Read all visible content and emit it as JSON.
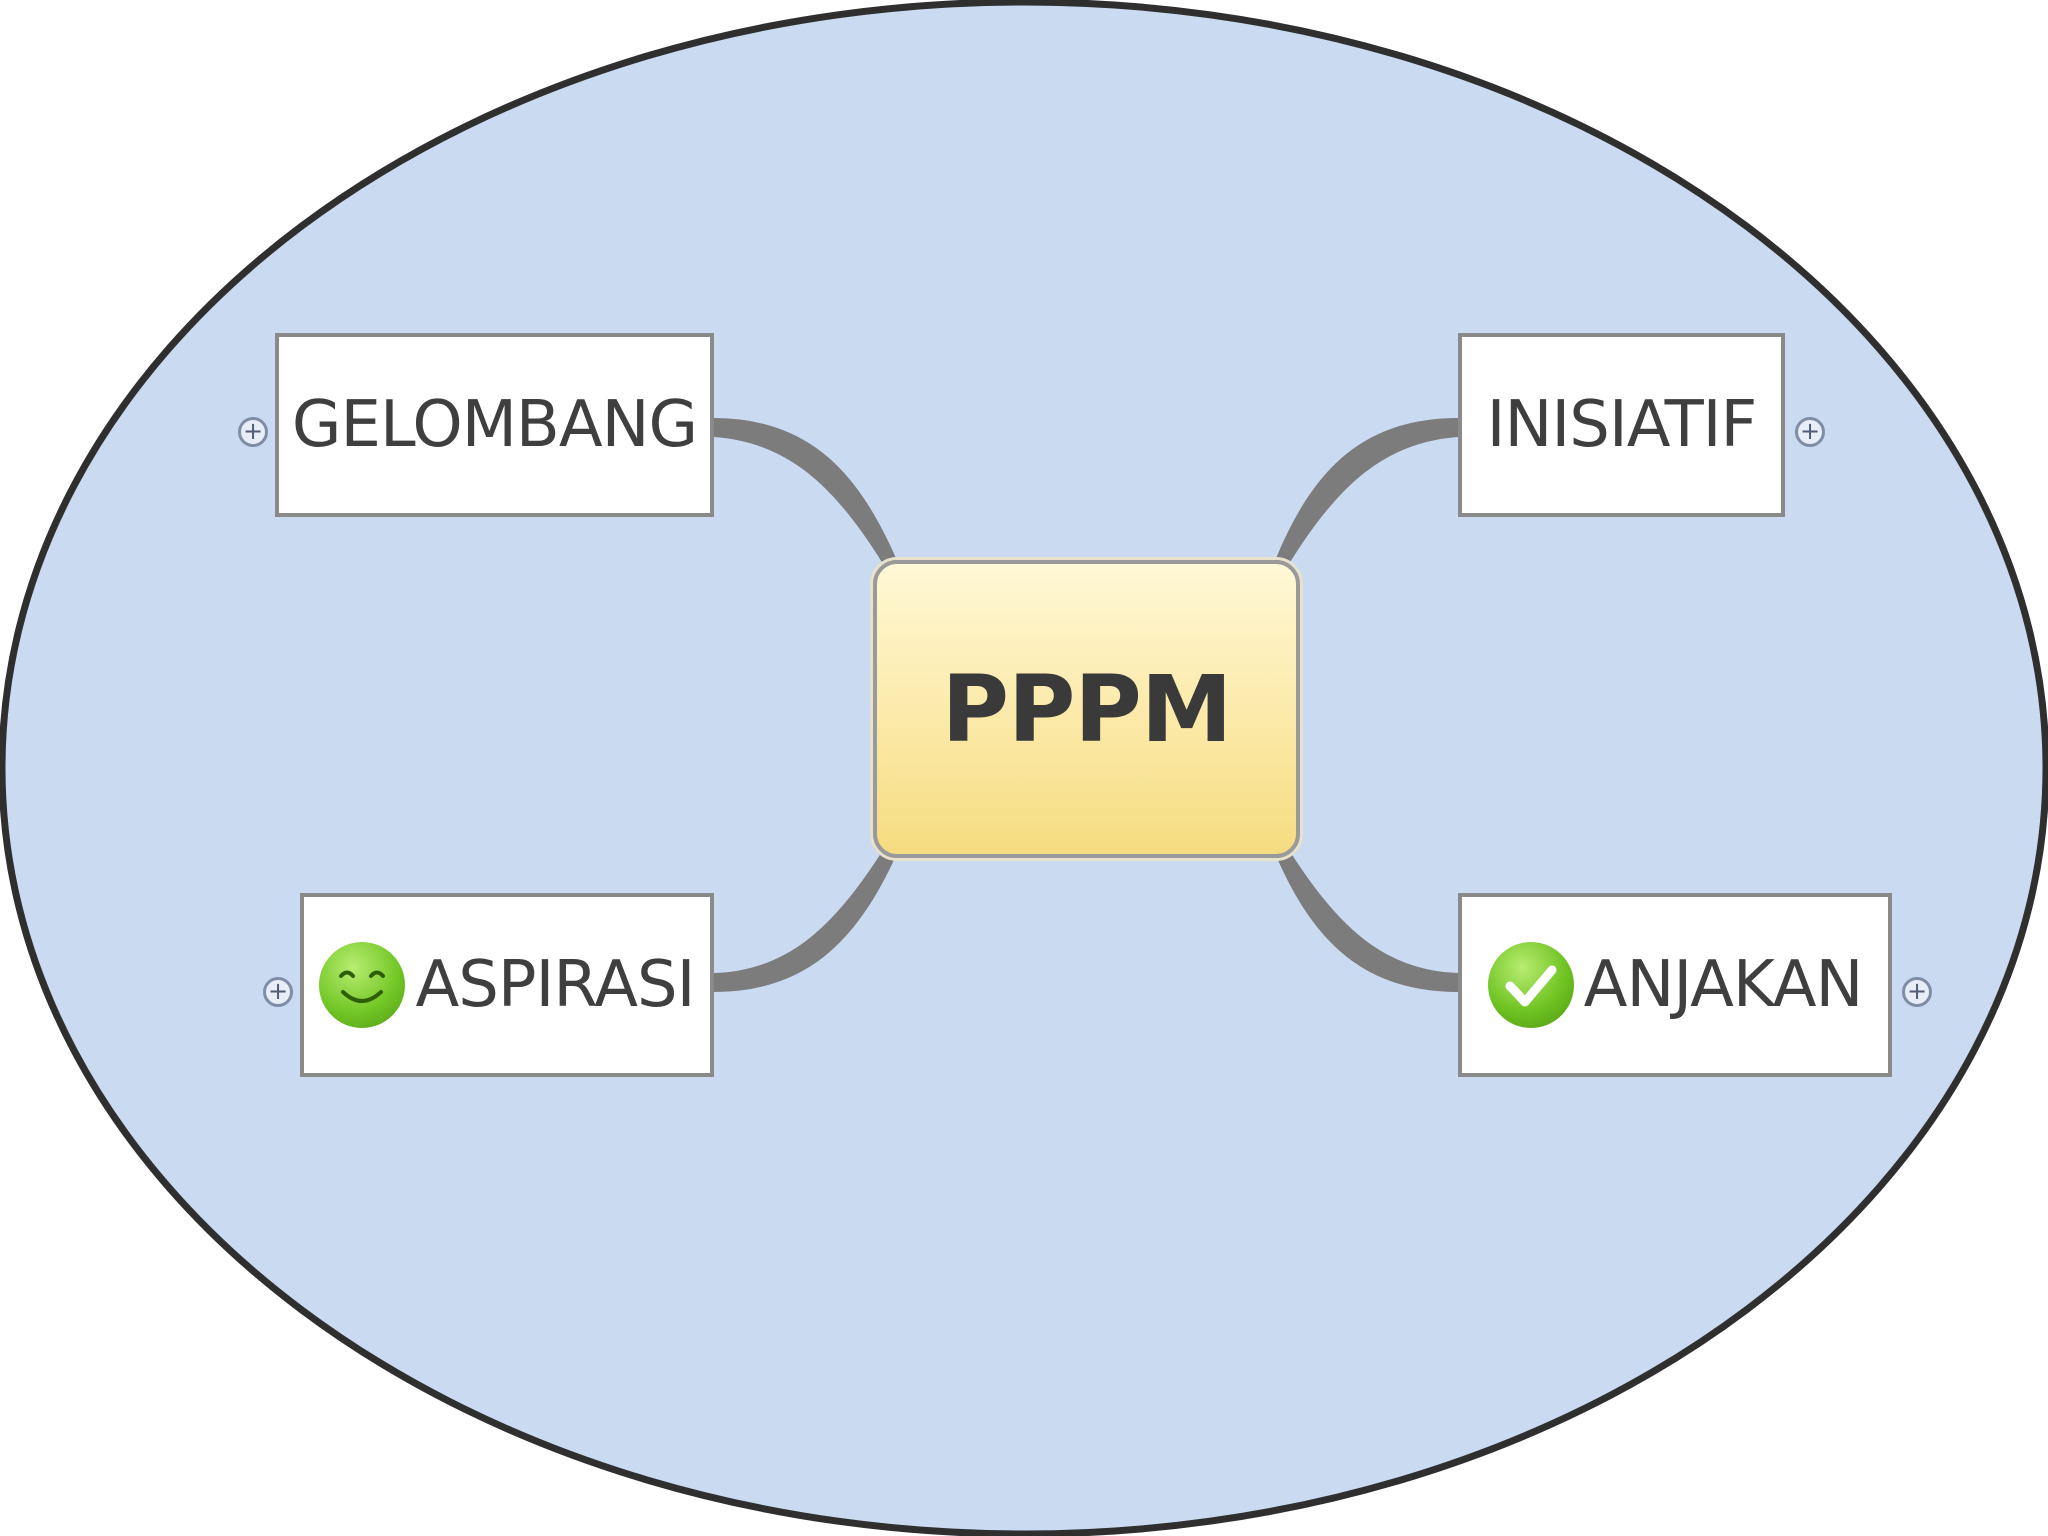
{
  "central": {
    "label": "PPPM"
  },
  "branches": [
    {
      "id": "gelombang",
      "label": "GELOMBANG",
      "icon": null,
      "expander": "+"
    },
    {
      "id": "inisiatif",
      "label": "INISIATIF",
      "icon": null,
      "expander": "+"
    },
    {
      "id": "aspirasi",
      "label": "ASPIRASI",
      "icon": "smiley-face-icon",
      "expander": "+"
    },
    {
      "id": "anjakan",
      "label": "ANJAKAN",
      "icon": "checkmark-icon",
      "expander": "+"
    }
  ],
  "colors": {
    "background_oval": "#c9daf1",
    "oval_border": "#2f2f2f",
    "connector": "#7c7c7c",
    "central_fill": "#fbe9a7",
    "icon_green": "#6fc322"
  }
}
